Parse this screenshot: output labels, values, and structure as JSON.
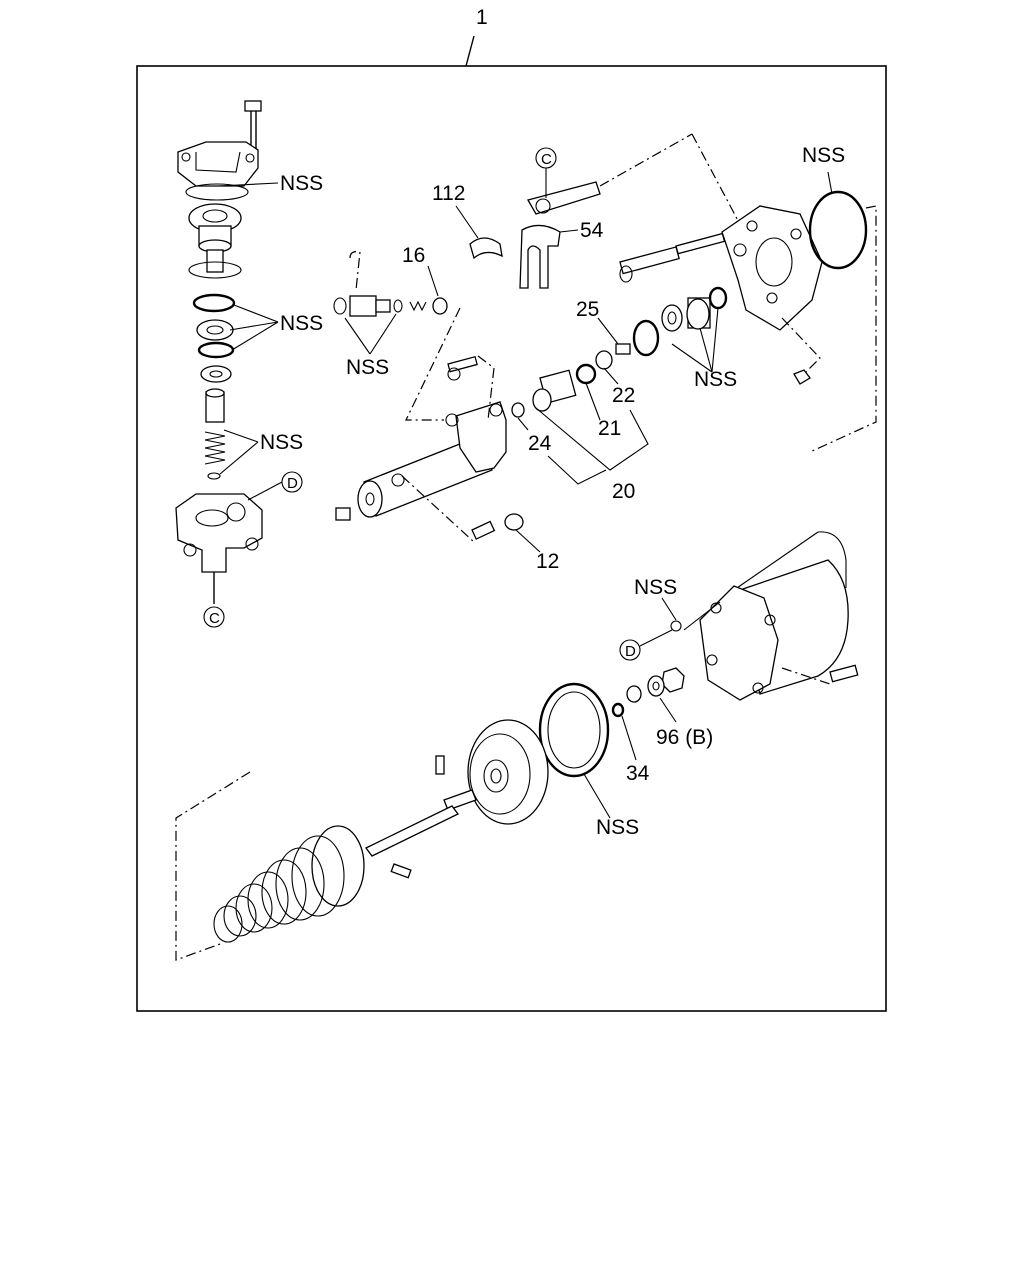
{
  "assembly_label": "1",
  "callouts": {
    "nss_top_cover": "NSS",
    "nss_rings_stack": "NSS",
    "nss_valve_small": "NSS",
    "nss_springs": "NSS",
    "nss_oring_large": "NSS",
    "nss_bushings": "NSS",
    "nss_reservoir_oring": "NSS",
    "nss_pulley_seal": "NSS",
    "part_112": "112",
    "part_54": "54",
    "part_16": "16",
    "part_25": "25",
    "part_22": "22",
    "part_21": "21",
    "part_24": "24",
    "part_20": "20",
    "part_12": "12",
    "part_34": "34",
    "part_96b": "96 (B)"
  },
  "reference_markers": {
    "c_top": "C",
    "c_bottom": "C",
    "d_left": "D",
    "d_right": "D"
  },
  "colors": {
    "ink": "#000000",
    "paper": "#ffffff"
  }
}
